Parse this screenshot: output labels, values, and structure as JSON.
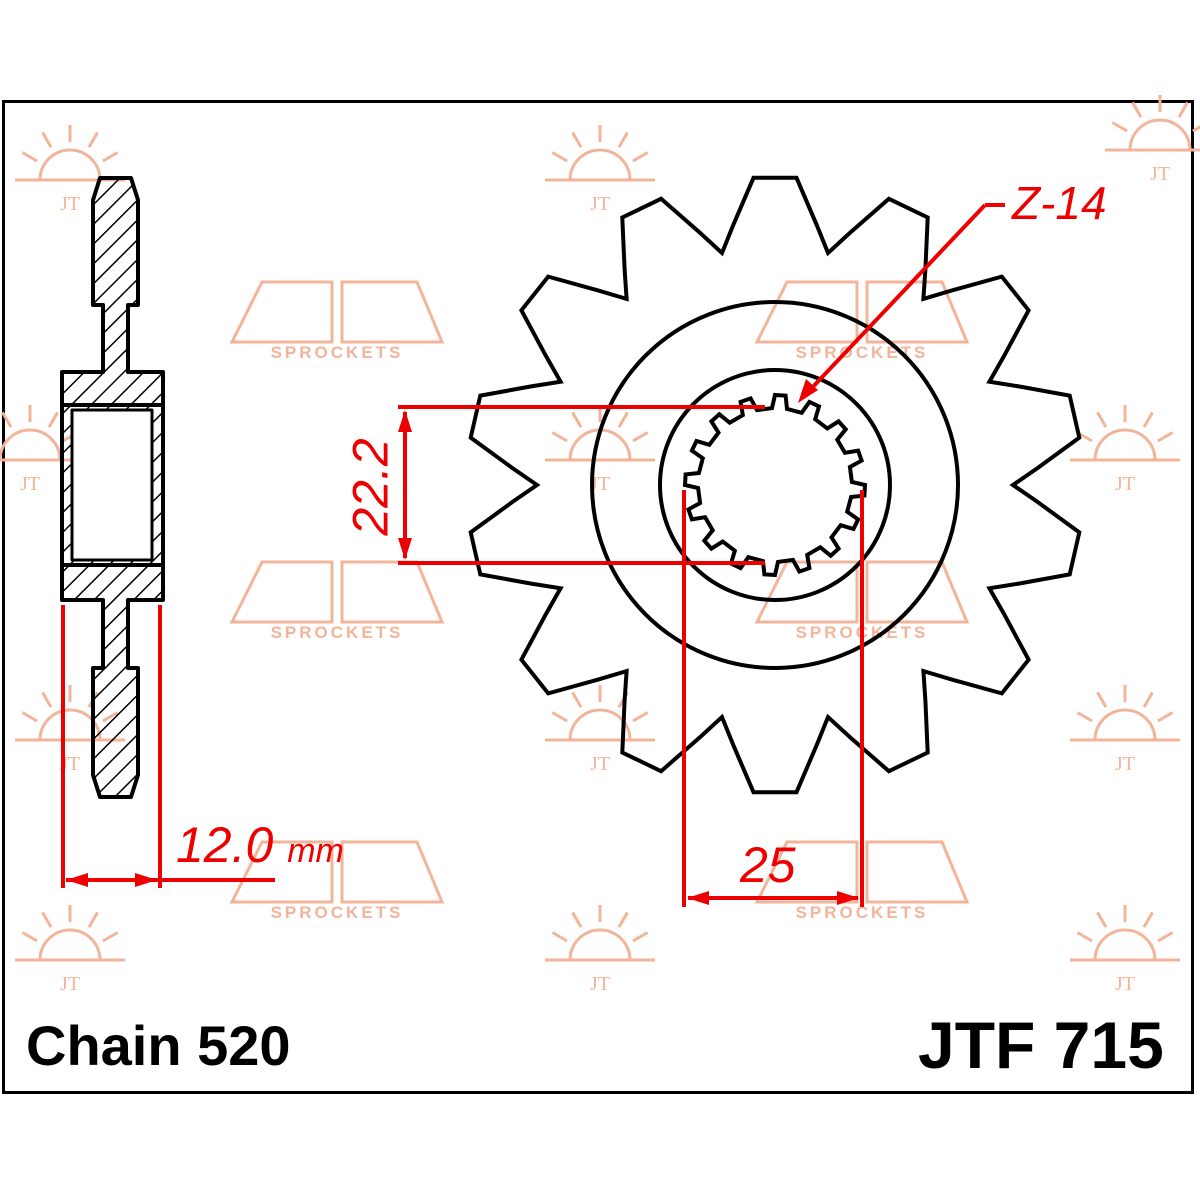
{
  "part_number": "JTF 715",
  "chain": "Chain 520",
  "teeth": "Z-14",
  "tooth_count": 14,
  "dimensions": {
    "spline_diameter": "22.2",
    "spline_span": "25",
    "thickness_value": "12.0",
    "thickness_unit": "mm"
  },
  "watermark": {
    "brand": "JT",
    "text": "SPROCKETS"
  },
  "colors": {
    "outline": "#000000",
    "dimension": "#ee0000",
    "watermark": "#f2b49a"
  }
}
